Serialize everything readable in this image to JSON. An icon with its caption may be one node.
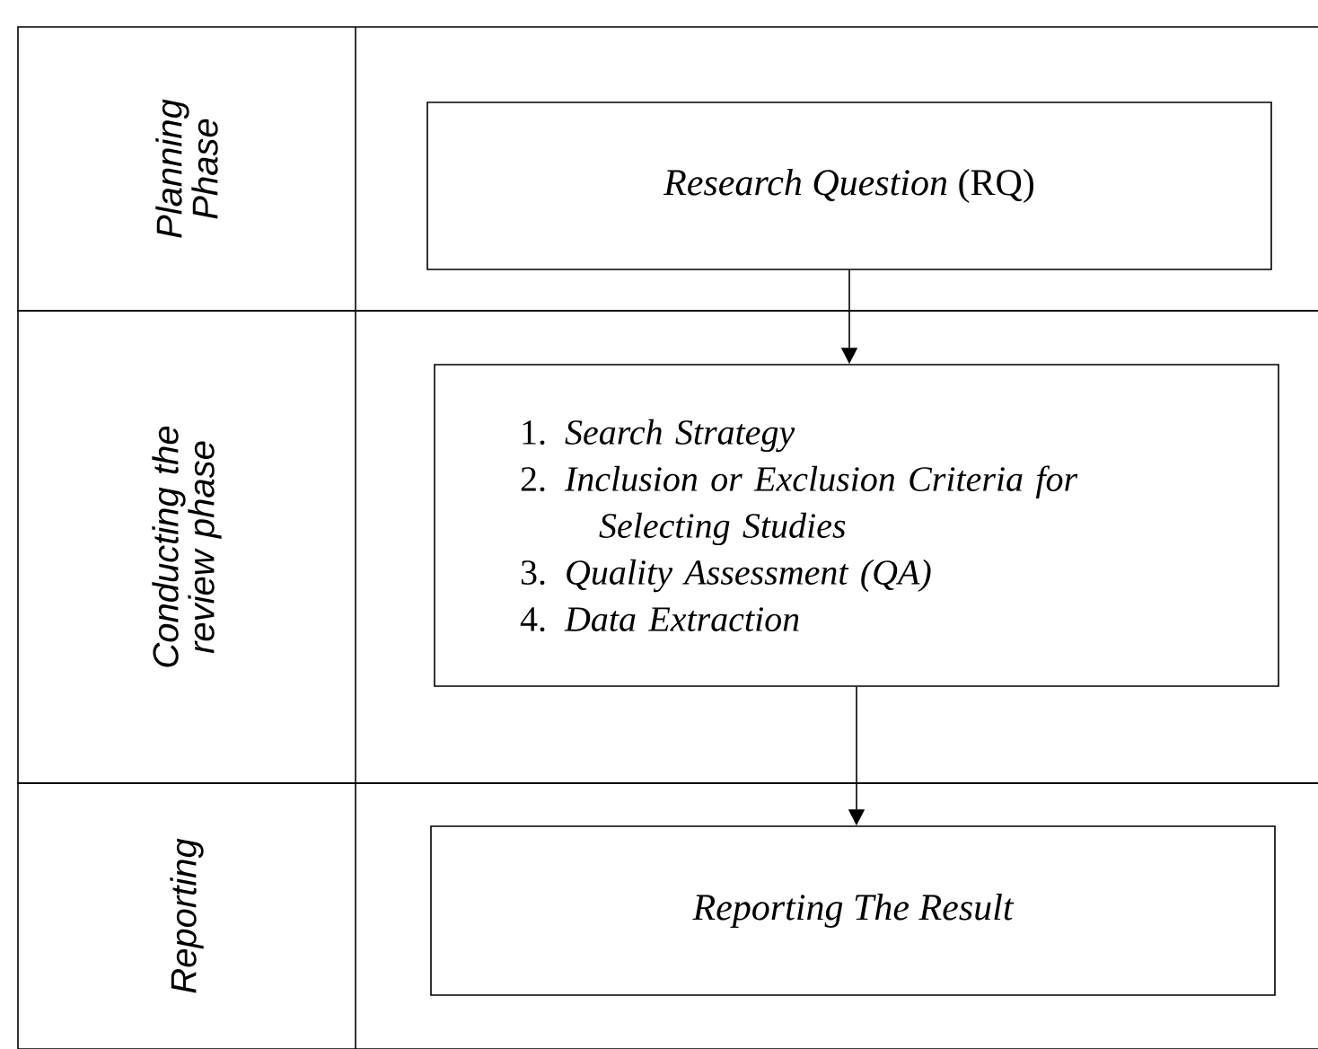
{
  "diagram": {
    "nodes": [
      {
        "text": [
          "Planning Phase"
        ]
      },
      {
        "text": [
          "*Research Question* (RQ)"
        ],
        "in": 0
      },
      {
        "text": [
          "Conducting the review phase"
        ]
      },
      {
        "text": [
          "1. *Search Strategy*",
          "2. *Inclusion or Exclusion Criteria for Selecting Studies*",
          "3. *Quality Assessment (QA)*",
          "4. *Data Extraction*"
        ],
        "in": 2
      },
      {
        "text": [
          "Reporting"
        ]
      },
      {
        "text": [
          "Reporting The Result"
        ],
        "in": 4
      }
    ],
    "edges": [
      {
        "from": 1,
        "to": 3,
        "arrow": "to"
      },
      {
        "from": 3,
        "to": 5,
        "arrow": "to"
      }
    ]
  }
}
